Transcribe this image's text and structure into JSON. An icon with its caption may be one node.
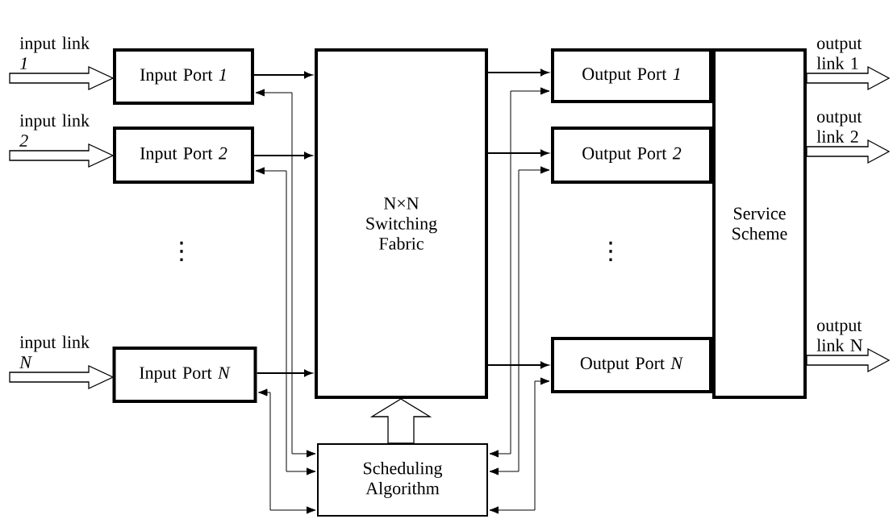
{
  "diagram": {
    "nodes": [
      {
        "text": [
          "Input Port *1*"
        ]
      },
      {
        "text": [
          "Input Port *2*"
        ]
      },
      {
        "text": [
          "Input Port *N*"
        ]
      },
      {
        "text": [
          "N×N Switching Fabric"
        ]
      },
      {
        "text": [
          "Output Port *1*"
        ]
      },
      {
        "text": [
          "Output Port *2*"
        ]
      },
      {
        "text": [
          "Output Port *N*"
        ]
      },
      {
        "text": [
          "Service Scheme"
        ]
      },
      {
        "text": [
          "Scheduling Algorithm"
        ]
      }
    ],
    "edges": [
      {
        "from": null,
        "to": 0,
        "arrow": "to",
        "label": "input link *1*",
        "style": "thick"
      },
      {
        "from": null,
        "to": 1,
        "arrow": "to",
        "label": "input link *2*",
        "style": "thick"
      },
      {
        "from": null,
        "to": 2,
        "arrow": "to",
        "label": "input link *N*",
        "style": "thick"
      },
      {
        "from": 0,
        "to": 3,
        "arrow": "to"
      },
      {
        "from": 1,
        "to": 3,
        "arrow": "to"
      },
      {
        "from": 2,
        "to": 3,
        "arrow": "to"
      },
      {
        "from": 3,
        "to": 4,
        "arrow": "to"
      },
      {
        "from": 3,
        "to": 5,
        "arrow": "to"
      },
      {
        "from": 3,
        "to": 6,
        "arrow": "to"
      },
      {
        "from": 7,
        "to": null,
        "arrow": "to",
        "label": "output link 1",
        "style": "thick"
      },
      {
        "from": 7,
        "to": null,
        "arrow": "to",
        "label": "output link 2",
        "style": "thick"
      },
      {
        "from": 7,
        "to": null,
        "arrow": "to",
        "label": "output link N",
        "style": "thick"
      },
      {
        "from": 8,
        "to": 3,
        "arrow": "to",
        "style": "thick"
      },
      {
        "from": 0,
        "to": 8,
        "arrow": "both"
      },
      {
        "from": 1,
        "to": 8,
        "arrow": "both"
      },
      {
        "from": 2,
        "to": 8,
        "arrow": "both"
      },
      {
        "from": 4,
        "to": 8,
        "arrow": "both"
      },
      {
        "from": 5,
        "to": 8,
        "arrow": "both"
      },
      {
        "from": 6,
        "to": 8,
        "arrow": "both"
      }
    ],
    "labels": [
      "⋮",
      "⋮"
    ]
  }
}
